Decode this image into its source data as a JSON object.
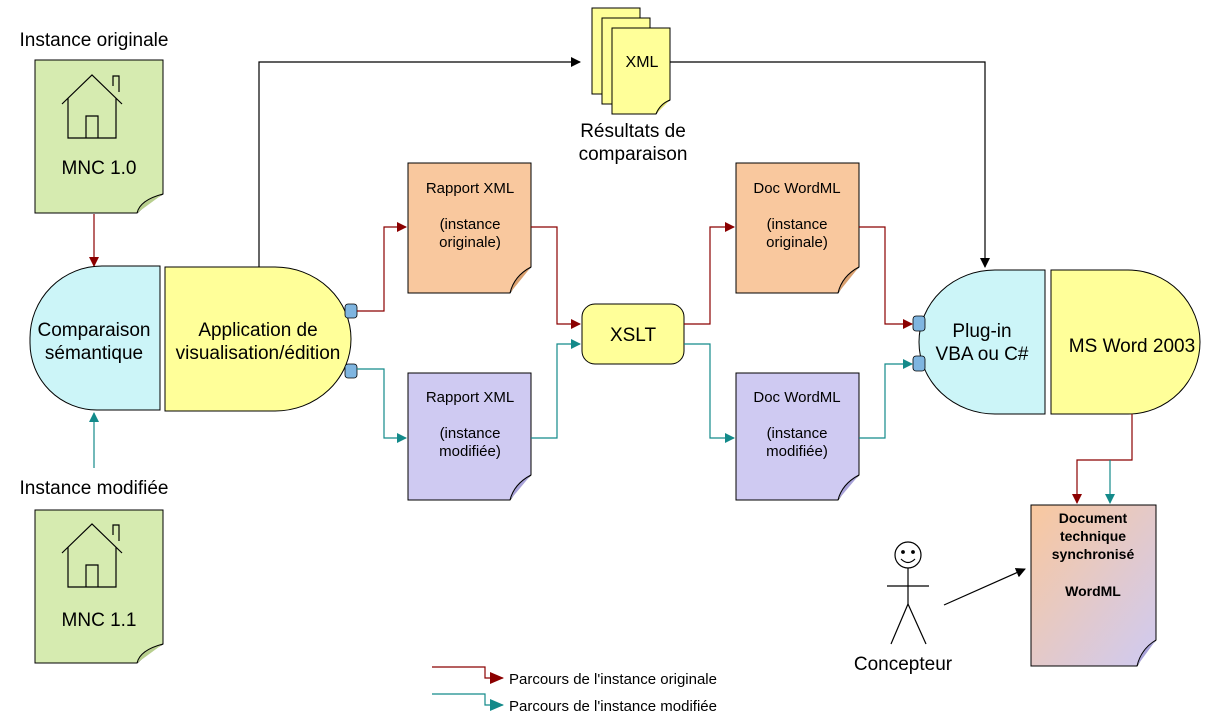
{
  "labels": {
    "instance_originale": "Instance originale",
    "instance_modifiee": "Instance modifiée",
    "mnc_10": "MNC 1.0",
    "mnc_11": "MNC 1.1",
    "comparaison": [
      "Comparaison",
      "sémantique"
    ],
    "application": [
      "Application de",
      "visualisation/édition"
    ],
    "xml": "XML",
    "resultats": [
      "Résultats de",
      "comparaison"
    ],
    "rapport_orig": [
      "Rapport XML",
      "",
      "(instance",
      "originale)"
    ],
    "rapport_mod": [
      "Rapport XML",
      "",
      "(instance",
      "modifiée)"
    ],
    "xslt": "XSLT",
    "doc_orig": [
      "Doc WordML",
      "",
      "(instance",
      "originale)"
    ],
    "doc_mod": [
      "Doc WordML",
      "",
      "(instance",
      "modifiée)"
    ],
    "plugin": [
      "Plug-in",
      "VBA ou C#"
    ],
    "msword": "MS Word 2003",
    "document": [
      "Document",
      "technique",
      "synchronisé",
      "",
      "WordML"
    ],
    "concepteur": "Concepteur",
    "legend_orig": "Parcours de l'instance originale",
    "legend_mod": "Parcours de l'instance modifiée"
  },
  "colors": {
    "original_path": "#8b0000",
    "modified_path": "#138a8a",
    "black_path": "#000000",
    "green_doc": "#d6ebb0",
    "orange_doc": "#f9c89e",
    "purple_doc": "#cfcaf2",
    "yellow": "#ffff99",
    "cyan": "#ccf5f8",
    "connector": "#7fb5e0"
  },
  "icons": {
    "house": "house-icon",
    "stick_figure": "stick-figure-icon"
  }
}
